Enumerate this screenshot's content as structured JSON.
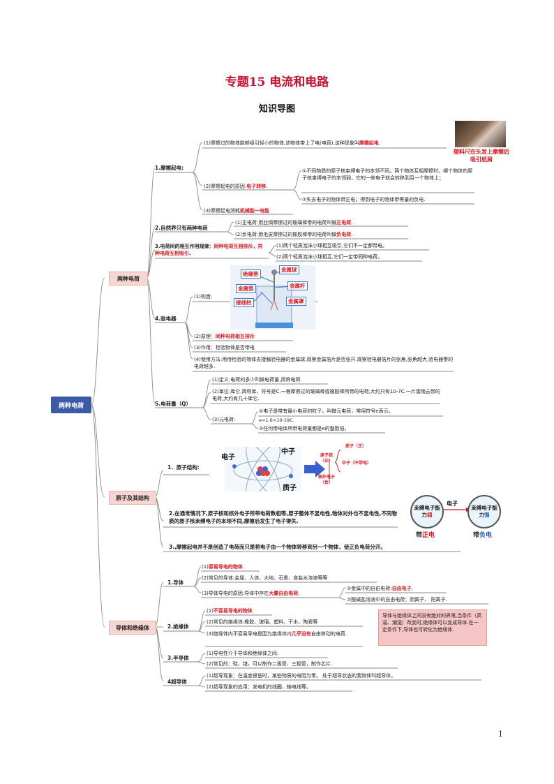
{
  "title": "专题15  电流和电路",
  "subtitle": "知识导图",
  "root": "两种电荷",
  "categories": {
    "charges": "两种电荷",
    "atom": "原子及其结构",
    "conductors": "导体和绝缘体"
  },
  "charges": {
    "n1": {
      "label": "1.摩擦起电:",
      "i1_pre": "(1)摩擦过的物体能够吸引轻小的物体,该物体带上了电(电荷),这种现象叫",
      "i1_hl": "摩擦起电",
      "i1_post": ".",
      "photo_caption": "塑料尺在头发上摩擦后吸引纸屑",
      "i2_pre": "(2)摩擦起电的原因:",
      "i2_hl": "电子转移",
      "i2_post": ".",
      "i2_a": "①不同物质的原子核束缚电子的本领不同。两个物体互相摩擦时，哪个物体的原子核束缚电子的本领弱，它的一些电子就会转移到另一个物体上；",
      "i2_b": "②失去电子的物体带正电；得到电子的物体带等量的负电.",
      "i3_pre": "(3)摩擦起电消耗",
      "i3_hl": "机械能一电能"
    },
    "n2": {
      "label": "2.自然界只有两种电荷",
      "i1_pre": "(1)正电荷:用丝绸摩擦过的玻璃棒带的电荷叫做",
      "i1_hl": "正电荷",
      "i1_post": ".",
      "i2_pre": "(2)负电荷:用毛皮摩擦过的橡胶棒带的电荷叫做",
      "i2_hl": "负电荷",
      "i2_post": "."
    },
    "n3": {
      "label_pre": "3.电荷间的相互作用规律：",
      "label_hl": "同种电荷互相排斥，异种电荷互相吸引",
      "label_post": ".",
      "i1": "(1)两个轻质泡沫小球相互吸引,它们不一定都带电。",
      "i2": "(2)两个轻质泡沫小球相互,它们一定带同种电荷。"
    },
    "n4": {
      "label": "4.验电器",
      "i1": "(1)构造:",
      "parts": {
        "insulator": "绝缘垫",
        "ball": "金属球",
        "foil": "金属箔",
        "rod": "金属杆",
        "terminal": "接线柱",
        "cover": "金属罩"
      },
      "i2_pre": "(2)原理：",
      "i2_hl": "同种电荷相互排斥",
      "i3": "(3)作用：检验物体是否带电",
      "i4": "(4)使用方法:用待检验的物体去接触验电器的金属球,观察金属箔片是否张开.观察验电器箔片的张角,张角越大,验电器带的电荷越多."
    },
    "n5": {
      "label": "5.电荷量（Q）",
      "i1": "(1)定义:电荷的多少叫做电荷量,简称电荷.",
      "i2": "(2)单位:库仑,简称库，符号是C.一根摩擦过的玻璃棒或橡胶棒所带的电荷,大约只有10-7C.一片雷雨云带的电荷,大约有几十库仑.",
      "i3": "(3)元电荷:",
      "i3_a": "①电子是带有最小电荷的粒子。叫做元电荷，常用符号e表示。",
      "i3_formula": "e=1.6×10-19C.",
      "i3_b": "②任何带电体所带电荷量都是e的整数倍。"
    }
  },
  "atom": {
    "n1": {
      "label": "1．原子结构:",
      "electron": "电子",
      "neutron": "中子",
      "proton": "质子",
      "nucleus": "原子核（正）",
      "proton_r": "质子（正）",
      "neutron_r": "中子（不带电）",
      "e_out": "核外电子（负）"
    },
    "n2": {
      "text": "2.在通常情况下,原子核和核外电子所带电荷数相等,原子整体不显电性,物体对外也不显电性,不同物质的原子核束缚电子的本领不同,摩擦后发生了电子得失.",
      "weak_pre": "束缚电子能力",
      "weak_hl": "弱",
      "strong_pre": "束缚电子能力",
      "strong_hl": "强",
      "arrow_lbl": "电子",
      "pos_pre": "带",
      "pos_hl": "正电",
      "neg_pre": "带",
      "neg_hl": "负电"
    },
    "n3": {
      "text": "3.,摩擦起电并不是创造了电荷而只是将电子由一个物体转移到另一个物体，使正负电荷分开。"
    }
  },
  "conductors": {
    "n1": {
      "label": "1.导体",
      "i1_pre": "(1)",
      "i1_hl": "容易导电的物体",
      "i2": "(2)常见的导体:金属、人体、大地、石墨、食盐水溶液等等",
      "i3_pre": "(3)导体导电的原因:导体中存在",
      "i3_hl": "大量自由电荷",
      "i3_post": ".",
      "i3_a_pre": "①金属中的自由电荷:",
      "i3_a_hl": "自由电子",
      "i3_a_post": ".",
      "i3_b": "②酸碱盐溶液中的自由电荷：阴离子、 阳离子."
    },
    "n2": {
      "label": "2.绝缘体",
      "i1_pre": "(1)",
      "i1_hl": "不容易导电的物体",
      "i2": "(2)常见的绝缘体:橡胶、玻璃、塑料、干木、陶瓷等",
      "i3_pre": "(3)绝缘体内不容易导电是因为绝缘体内",
      "i3_hl": "几乎没有",
      "i3_post": "自由移动的电荷.",
      "note": "导体与绝缘体之间没有绝对的界限,当条件（高温、潮湿）改变时,绝缘体可以变成导体.在一定条件下,导体也可转化为绝缘体."
    },
    "n3": {
      "label": "3.半导体",
      "i1": "(1)导电性介于导体和绝缘体之间.",
      "i2": "(2)常见的：硅、锗，可以制作二极管、三极管，制作芯片."
    },
    "n4": {
      "label": "4超导体",
      "i1": "(1)超导现象：在温度很低时，某些物质的电阻为零。    处于超导状态的我物体叫超导体，",
      "i2": "(2)超导现象的应用：发电机的线圈、输电线等。"
    }
  },
  "page_number": "1"
}
